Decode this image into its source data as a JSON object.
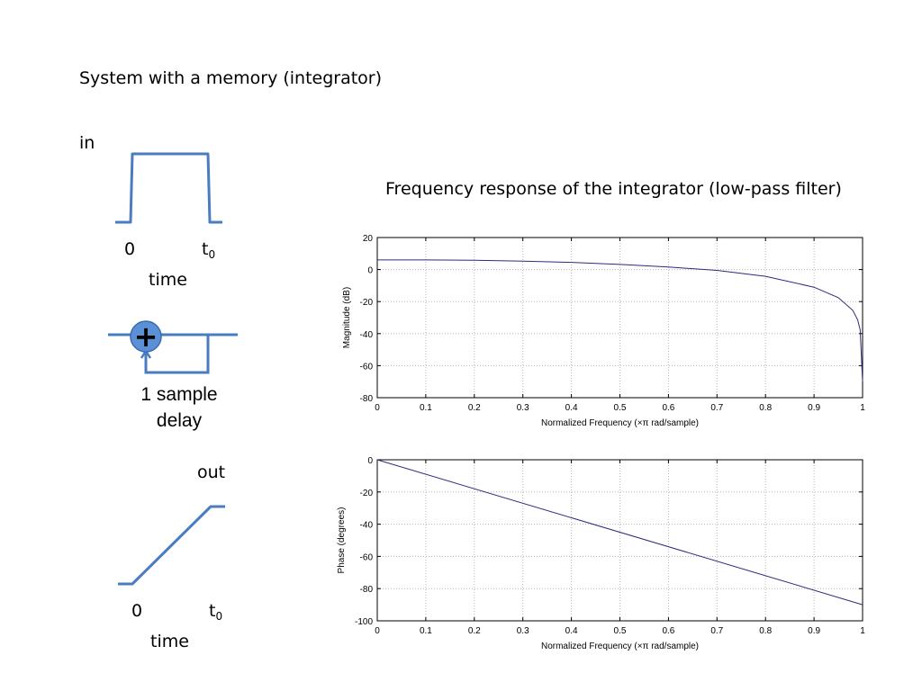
{
  "slide": {
    "title": "System with a memory (integrator)",
    "in_label": "in",
    "out_label": "out",
    "freq_title": "Frequency response  of the integrator (low-pass filter)",
    "input_axis": {
      "zero": "0",
      "t": "t",
      "t_sub": "0",
      "time": "time"
    },
    "output_axis": {
      "zero": "0",
      "t": "t",
      "t_sub": "0",
      "time": "time"
    },
    "delay_label": "1 sample delay",
    "adder_symbol": "+"
  },
  "colors": {
    "diagram_line": "#4a7cc0",
    "adder_fill": "#5b8fd6",
    "plot_line": "#2b2b80",
    "grid": "#b8b8b8"
  },
  "chart_data": [
    {
      "type": "line",
      "xlabel": "Normalized Frequency  (×π rad/sample)",
      "ylabel": "Magnitude (dB)",
      "xlim": [
        0,
        1
      ],
      "ylim": [
        -80,
        20
      ],
      "xticks": [
        "0",
        "0.1",
        "0.2",
        "0.3",
        "0.4",
        "0.5",
        "0.6",
        "0.7",
        "0.8",
        "0.9",
        "1"
      ],
      "yticks": [
        "20",
        "0",
        "-20",
        "-40",
        "-60",
        "-80"
      ],
      "grid": true,
      "x": [
        0,
        0.1,
        0.2,
        0.3,
        0.4,
        0.5,
        0.6,
        0.7,
        0.8,
        0.9,
        0.95,
        0.98,
        0.99,
        0.995,
        1
      ],
      "y": [
        6.0,
        6.0,
        5.8,
        5.2,
        4.5,
        3.2,
        1.6,
        -0.5,
        -4.2,
        -11,
        -17.5,
        -25.5,
        -31.5,
        -37.5,
        -70
      ]
    },
    {
      "type": "line",
      "xlabel": "Normalized Frequency  (×π rad/sample)",
      "ylabel": "Phase (degrees)",
      "xlim": [
        0,
        1
      ],
      "ylim": [
        -100,
        0
      ],
      "xticks": [
        "0",
        "0.1",
        "0.2",
        "0.3",
        "0.4",
        "0.5",
        "0.6",
        "0.7",
        "0.8",
        "0.9",
        "1"
      ],
      "yticks": [
        "0",
        "-20",
        "-40",
        "-60",
        "-80",
        "-100"
      ],
      "grid": true,
      "x": [
        0,
        1
      ],
      "y": [
        0,
        -90
      ]
    }
  ]
}
